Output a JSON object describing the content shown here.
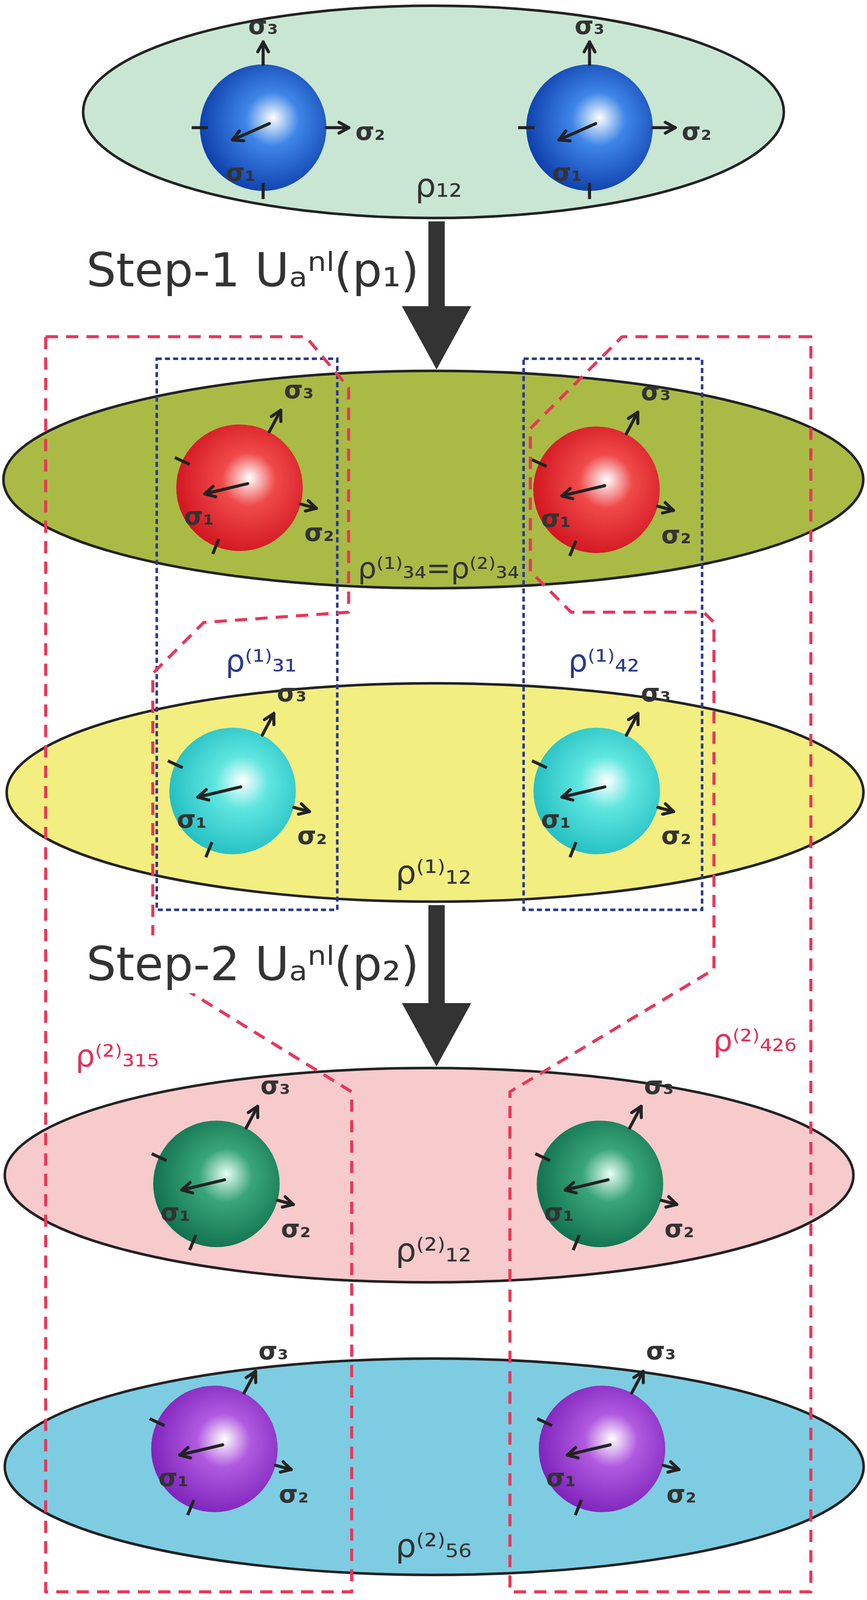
{
  "diagram": {
    "nodes": [
      {
        "text": [
          "ρ₁₂"
        ]
      },
      {
        "text": [
          "ρ⁽¹⁾₃₄=ρ⁽²⁾₃₄"
        ]
      },
      {
        "text": [
          "ρ⁽¹⁾₃₁"
        ]
      },
      {
        "text": [
          "ρ⁽¹⁾₄₂"
        ]
      },
      {
        "text": [
          "ρ⁽¹⁾₁₂"
        ]
      },
      {
        "text": [
          "ρ⁽²⁾₃₁₅"
        ]
      },
      {
        "text": [
          "ρ⁽²⁾₄₂₆"
        ]
      },
      {
        "text": [
          "ρ⁽²⁾₁₂"
        ]
      },
      {
        "text": [
          "ρ⁽²⁾₅₆"
        ]
      }
    ],
    "edges": [
      {
        "from": 0,
        "to": 1,
        "arrow": "to",
        "label": "Step-1 Uₐⁿˡ(p₁)"
      },
      {
        "from": 4,
        "to": 7,
        "arrow": "to",
        "label": "Step-2 Uₐⁿˡ(p₂)"
      }
    ],
    "labels": [
      "σ₃",
      "σ₂",
      "σ₁",
      "σ₃",
      "σ₂",
      "σ₁",
      "σ₃",
      "σ₂",
      "σ₁",
      "σ₃",
      "σ₂",
      "σ₁",
      "σ₃",
      "σ₂",
      "σ₁",
      "σ₃",
      "σ₂",
      "σ₁",
      "σ₃",
      "σ₂",
      "σ₁",
      "σ₃",
      "σ₂",
      "σ₁",
      "σ₃",
      "σ₂",
      "σ₁",
      "σ₃",
      "σ₂",
      "σ₁"
    ]
  }
}
